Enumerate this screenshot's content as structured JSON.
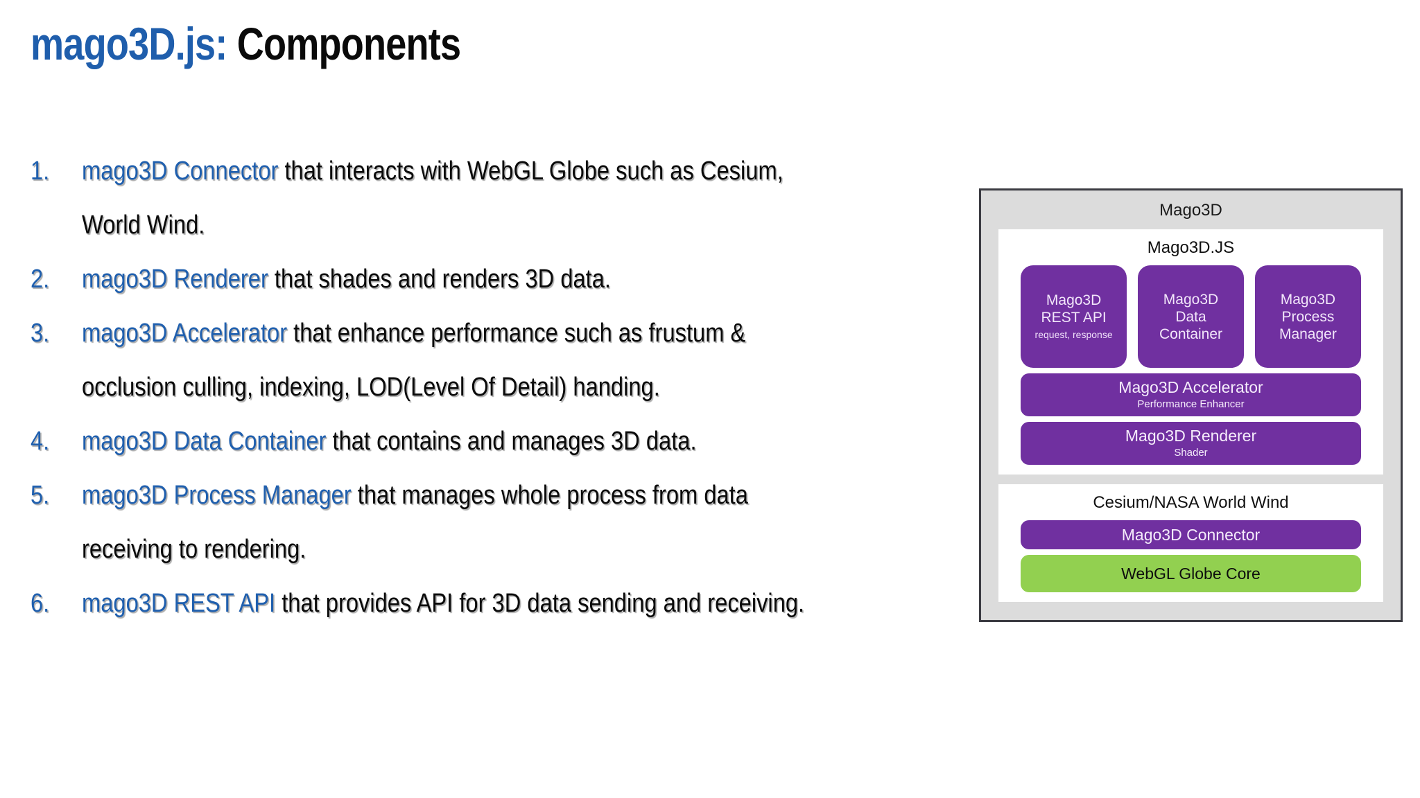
{
  "title": {
    "accent": "mago3D.js:",
    "rest": " Components",
    "accent_color": "#1F5EAC",
    "rest_color": "#0a0a0a"
  },
  "bullets": {
    "keyword_color": "#1F5FAE",
    "items": [
      {
        "number": "1.",
        "keyword": "mago3D Connector",
        "description": " that interacts with WebGL Globe such as Cesium, World Wind."
      },
      {
        "number": "2.",
        "keyword": "mago3D Renderer",
        "description": " that shades and renders 3D data."
      },
      {
        "number": "3.",
        "keyword": "mago3D Accelerator",
        "description": " that enhance performance such as frustum & occlusion culling, indexing, LOD(Level Of Detail) handing."
      },
      {
        "number": "4.",
        "keyword": "mago3D Data Container",
        "description": " that contains and manages 3D data."
      },
      {
        "number": "5.",
        "keyword": "mago3D Process Manager",
        "description": " that manages whole process from data receiving to rendering."
      },
      {
        "number": "6.",
        "keyword": "mago3D REST API",
        "description": " that provides API for 3D data sending and receiving."
      }
    ]
  },
  "diagram": {
    "outer_title": "Mago3D",
    "outer_bg": "#DCDCDC",
    "border_color": "#3b3b42",
    "purple": "#7030A0",
    "green": "#92D050",
    "js_panel": {
      "title": "Mago3D.JS",
      "columns": [
        {
          "line1": "Mago3D",
          "line2": "REST API",
          "sub": "request, response"
        },
        {
          "line1": "Mago3D",
          "line2": "Data",
          "line3": "Container",
          "sub": ""
        },
        {
          "line1": "Mago3D",
          "line2": "Process",
          "line3": "Manager",
          "sub": ""
        }
      ],
      "bars": [
        {
          "label": "Mago3D Accelerator",
          "sub": "Performance Enhancer"
        },
        {
          "label": "Mago3D Renderer",
          "sub": "Shader"
        }
      ]
    },
    "globe_panel": {
      "title": "Cesium/NASA World Wind",
      "connector_label": "Mago3D Connector",
      "core_label": "WebGL Globe Core"
    }
  }
}
